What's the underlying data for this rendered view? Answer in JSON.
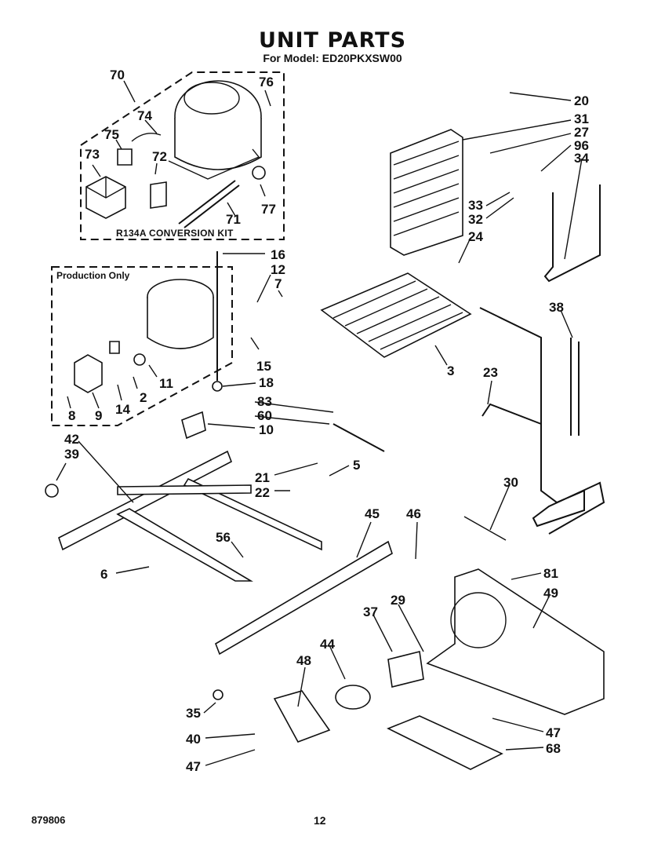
{
  "header": {
    "title": "UNIT PARTS",
    "subtitle": "For Model: ED20PKXSW00"
  },
  "boxes": {
    "kit_label": "R134A CONVERSION KIT",
    "production_label": "Production Only"
  },
  "footer": {
    "doc_number": "879806",
    "page": "12"
  },
  "callouts": [
    "70",
    "76",
    "74",
    "75",
    "72",
    "73",
    "71",
    "77",
    "16",
    "12",
    "7",
    "15",
    "18",
    "11",
    "2",
    "14",
    "9",
    "8",
    "83",
    "60",
    "10",
    "42",
    "39",
    "21",
    "22",
    "5",
    "6",
    "56",
    "45",
    "46",
    "20",
    "31",
    "27",
    "96",
    "34",
    "33",
    "32",
    "24",
    "3",
    "38",
    "23",
    "30",
    "81",
    "49",
    "29",
    "37",
    "44",
    "48",
    "35",
    "40",
    "47",
    "68"
  ]
}
